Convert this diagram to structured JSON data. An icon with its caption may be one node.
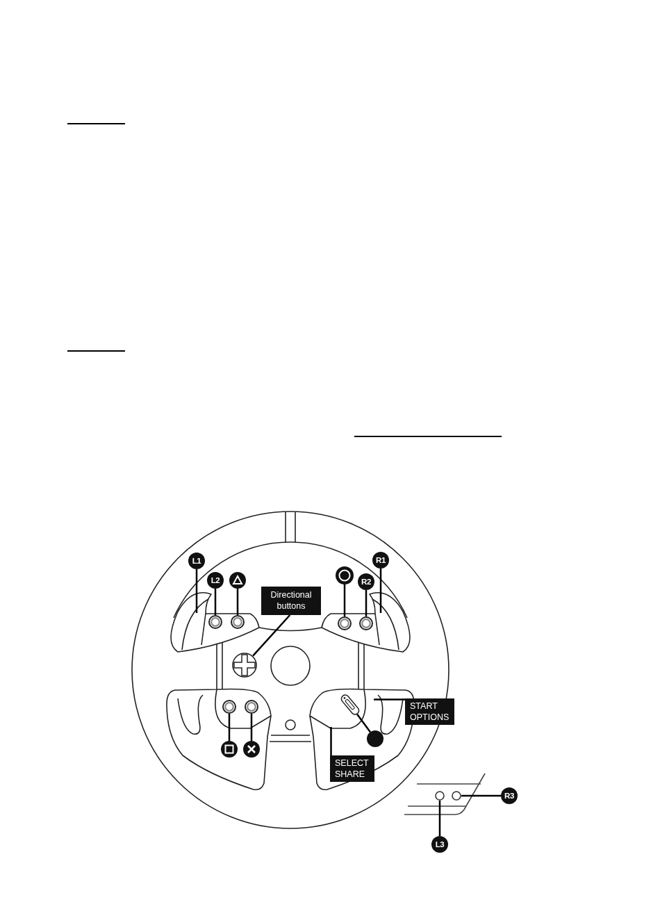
{
  "diagram": {
    "nodes": [
      {
        "text": [
          "L1"
        ]
      },
      {
        "text": [
          "L2"
        ]
      },
      {
        "text": [],
        "shape": "circle"
      },
      {
        "text": [
          "Directional buttons"
        ]
      },
      {
        "text": [],
        "shape": "circle"
      },
      {
        "text": [
          "R2"
        ]
      },
      {
        "text": [
          "R1"
        ]
      },
      {
        "text": [],
        "shape": "circle"
      },
      {
        "text": [],
        "shape": "circle"
      },
      {
        "text": [],
        "shape": "circle"
      },
      {
        "text": [],
        "shape": "circle"
      },
      {
        "text": [],
        "shape": "circle"
      },
      {
        "text": [],
        "shape": "circle"
      },
      {
        "text": [],
        "shape": "circle"
      },
      {
        "text": [
          "START",
          "OPTIONS"
        ]
      },
      {
        "text": [],
        "shape": "box"
      },
      {
        "text": [],
        "shape": "circle"
      },
      {
        "text": [],
        "shape": "circle"
      },
      {
        "text": [],
        "shape": "circle"
      },
      {
        "text": [
          "SELECT",
          "SHARE"
        ]
      },
      {
        "text": [],
        "shape": "circle"
      },
      {
        "text": [],
        "shape": "circle"
      },
      {
        "text": [
          "R3"
        ]
      },
      {
        "text": [
          "L3"
        ]
      }
    ],
    "edges": [
      {
        "from": 0,
        "to": null,
        "arrow": "none"
      },
      {
        "from": 1,
        "to": 7,
        "arrow": "none"
      },
      {
        "from": 2,
        "to": 8,
        "arrow": "none"
      },
      {
        "from": 3,
        "to": 11,
        "arrow": "none"
      },
      {
        "from": 4,
        "to": 9,
        "arrow": "none"
      },
      {
        "from": 5,
        "to": 10,
        "arrow": "none"
      },
      {
        "from": 6,
        "to": null,
        "arrow": "none"
      },
      {
        "from": 14,
        "to": null,
        "arrow": "none"
      },
      {
        "from": 16,
        "to": 15,
        "arrow": "none"
      },
      {
        "from": 17,
        "to": 12,
        "arrow": "none"
      },
      {
        "from": 18,
        "to": 13,
        "arrow": "none"
      },
      {
        "from": 19,
        "to": null,
        "arrow": "none"
      },
      {
        "from": 22,
        "to": 21,
        "arrow": "none"
      },
      {
        "from": 23,
        "to": 20,
        "arrow": "none"
      }
    ]
  }
}
